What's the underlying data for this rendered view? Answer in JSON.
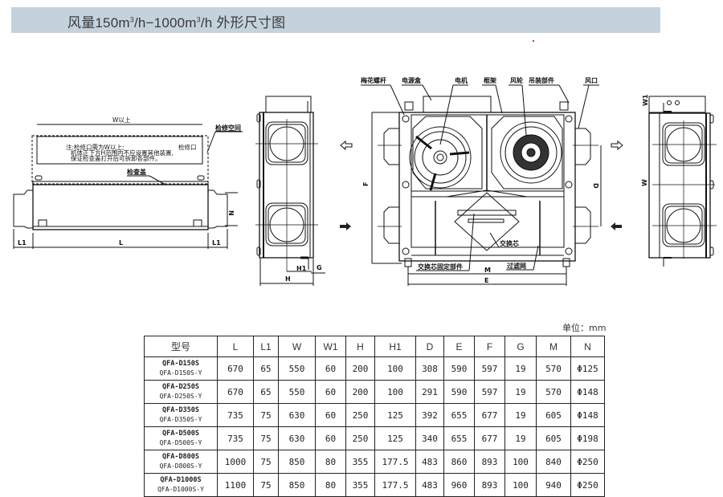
{
  "header": {
    "title_prefix": "风量150m",
    "sup1": "3",
    "title_mid": "/h−1000m",
    "sup2": "3",
    "title_suffix": "/h 外形尺寸图"
  },
  "drawing": {
    "side_view": {
      "w_clearance": "W以上",
      "service_space": "检修空间",
      "service_port": "检修口",
      "note_line1": "注:检修口需为W以上;",
      "note_line2": "机体正下方H范围内不应设置其他装置,",
      "note_line3": "保证检查盖打开后可拆卸各部件。",
      "inspection_cover": "检查盖",
      "dim_L": "L",
      "dim_L1_left": "L1",
      "dim_L1_right": "L1",
      "dim_N": "N"
    },
    "end_view_left": {
      "dim_H": "H",
      "dim_H1": "H1",
      "dim_G": "G"
    },
    "top_view": {
      "callouts": {
        "plum_bolt": "梅花螺杆",
        "power_box": "电源盒",
        "motor": "电机",
        "frame": "框架",
        "fan_wheel": "风轮",
        "hanging_parts": "吊装部件",
        "air_port": "风口",
        "exchange_core": "交换芯",
        "core_fixing_parts": "交换芯固定部件",
        "filter": "过滤网"
      },
      "dim_F": "F",
      "dim_D": "D",
      "dim_M": "M",
      "dim_E": "E"
    },
    "end_view_right": {
      "dim_W": "W",
      "dim_W1": "W1"
    }
  },
  "table": {
    "unit": "单位：mm",
    "columns": [
      "型号",
      "L",
      "L1",
      "W",
      "W1",
      "H",
      "H1",
      "D",
      "E",
      "F",
      "G",
      "M",
      "N"
    ],
    "rows": [
      {
        "model1": "QFA-D150S",
        "model2": "QFA-D150S-Y",
        "values": [
          "670",
          "65",
          "550",
          "60",
          "200",
          "100",
          "308",
          "590",
          "597",
          "19",
          "570",
          "Φ125"
        ]
      },
      {
        "model1": "QFA-D250S",
        "model2": "QFA-D250S-Y",
        "values": [
          "670",
          "65",
          "550",
          "60",
          "200",
          "100",
          "291",
          "590",
          "597",
          "19",
          "570",
          "Φ148"
        ]
      },
      {
        "model1": "QFA-D350S",
        "model2": "QFA-D350S-Y",
        "values": [
          "735",
          "75",
          "630",
          "60",
          "250",
          "125",
          "392",
          "655",
          "677",
          "19",
          "605",
          "Φ148"
        ]
      },
      {
        "model1": "QFA-D500S",
        "model2": "QFA-D500S-Y",
        "values": [
          "735",
          "75",
          "630",
          "60",
          "250",
          "125",
          "340",
          "655",
          "677",
          "19",
          "605",
          "Φ198"
        ]
      },
      {
        "model1": "QFA-D800S",
        "model2": "QFA-D800S-Y",
        "values": [
          "1000",
          "75",
          "850",
          "80",
          "355",
          "177.5",
          "483",
          "860",
          "893",
          "100",
          "840",
          "Φ250"
        ]
      },
      {
        "model1": "QFA-D1000S",
        "model2": "QFA-D1000S-Y",
        "values": [
          "1100",
          "75",
          "850",
          "80",
          "355",
          "177.5",
          "483",
          "960",
          "893",
          "100",
          "940",
          "Φ250"
        ]
      }
    ]
  }
}
